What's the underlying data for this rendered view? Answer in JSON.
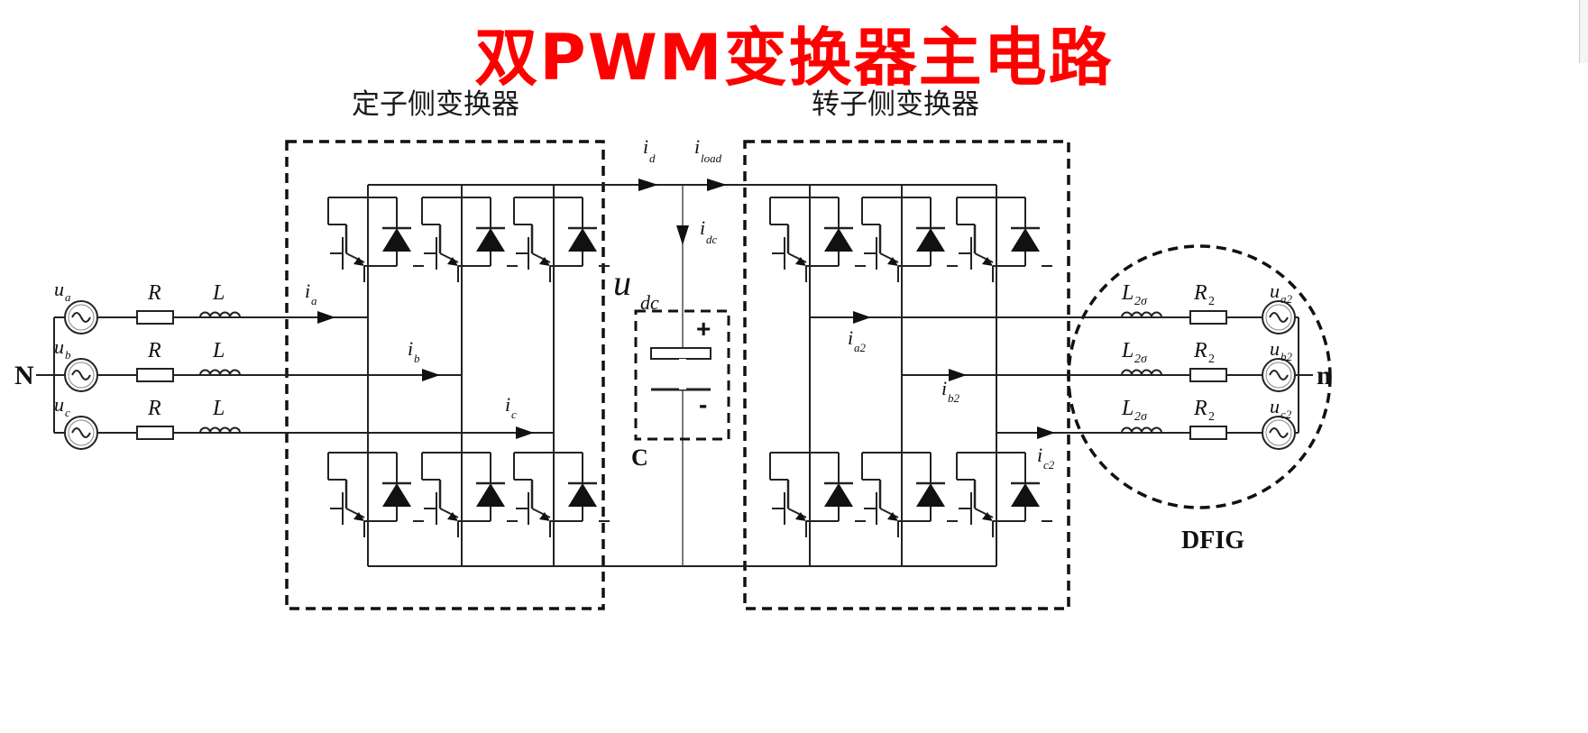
{
  "title": "双PWM变换器主电路",
  "labels": {
    "stator_converter": "定子侧变换器",
    "rotor_converter": "转子侧变换器",
    "grid_neutral": "N",
    "rotor_neutral": "n",
    "machine": "DFIG",
    "capacitor": "C",
    "dc_voltage": "u",
    "dc_voltage_sub": "dc",
    "plus": "+",
    "minus": "-"
  },
  "grid_phases": [
    {
      "source": "u",
      "source_sub": "a",
      "resistor": "R",
      "inductor": "L",
      "current": "i",
      "current_sub": "a"
    },
    {
      "source": "u",
      "source_sub": "b",
      "resistor": "R",
      "inductor": "L",
      "current": "i",
      "current_sub": "b"
    },
    {
      "source": "u",
      "source_sub": "c",
      "resistor": "R",
      "inductor": "L",
      "current": "i",
      "current_sub": "c"
    }
  ],
  "rotor_phases": [
    {
      "inductor": "L",
      "inductor_sub": "2σ",
      "resistor": "R",
      "resistor_sub": "2",
      "source": "u",
      "source_sub": "a2",
      "current": "i",
      "current_sub": "a2"
    },
    {
      "inductor": "L",
      "inductor_sub": "2σ",
      "resistor": "R",
      "resistor_sub": "2",
      "source": "u",
      "source_sub": "b2",
      "current": "i",
      "current_sub": "b2"
    },
    {
      "inductor": "L",
      "inductor_sub": "2σ",
      "resistor": "R",
      "resistor_sub": "2",
      "source": "u",
      "source_sub": "c2",
      "current": "i",
      "current_sub": "c2"
    }
  ],
  "dc_currents": {
    "id": {
      "main": "i",
      "sub": "d"
    },
    "iload": {
      "main": "i",
      "sub": "load"
    },
    "idc": {
      "main": "i",
      "sub": "dc"
    }
  },
  "colors": {
    "title": "#ff0000",
    "lines": "#222222"
  }
}
